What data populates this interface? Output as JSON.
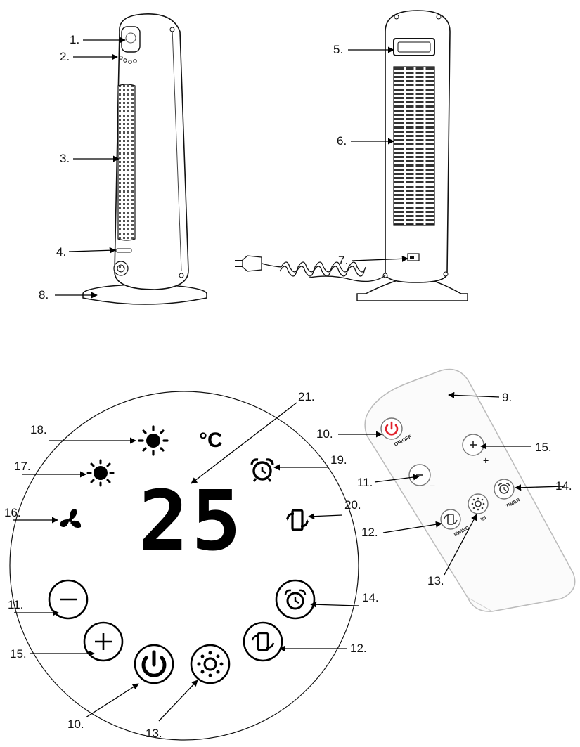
{
  "callouts": {
    "c1": "1.",
    "c2": "2.",
    "c3": "3.",
    "c4": "4.",
    "c5": "5.",
    "c6": "6.",
    "c7": "7.",
    "c8": "8.",
    "c9": "9.",
    "c10_remote": "10.",
    "c15_remote": "15.",
    "c11_remote": "11.",
    "c14_remote": "14.",
    "c12_remote": "12.",
    "c13_remote": "13.",
    "c18": "18.",
    "c17": "17.",
    "c16": "16.",
    "c21": "21.",
    "c19": "19.",
    "c20": "20.",
    "c11_panel": "11.",
    "c14_panel": "14.",
    "c15_panel": "15.",
    "c12_panel": "12.",
    "c10_panel": "10.",
    "c13_panel": "13."
  },
  "panel": {
    "temperature": "25",
    "unit": "°C"
  },
  "remote": {
    "onoff": "ON/OFF",
    "plus": "+",
    "minus": "−",
    "swing": "SWING",
    "power_level": "I/II",
    "timer": "TIMER"
  },
  "colors": {
    "power_red": "#e0202a",
    "ink": "#111111"
  }
}
